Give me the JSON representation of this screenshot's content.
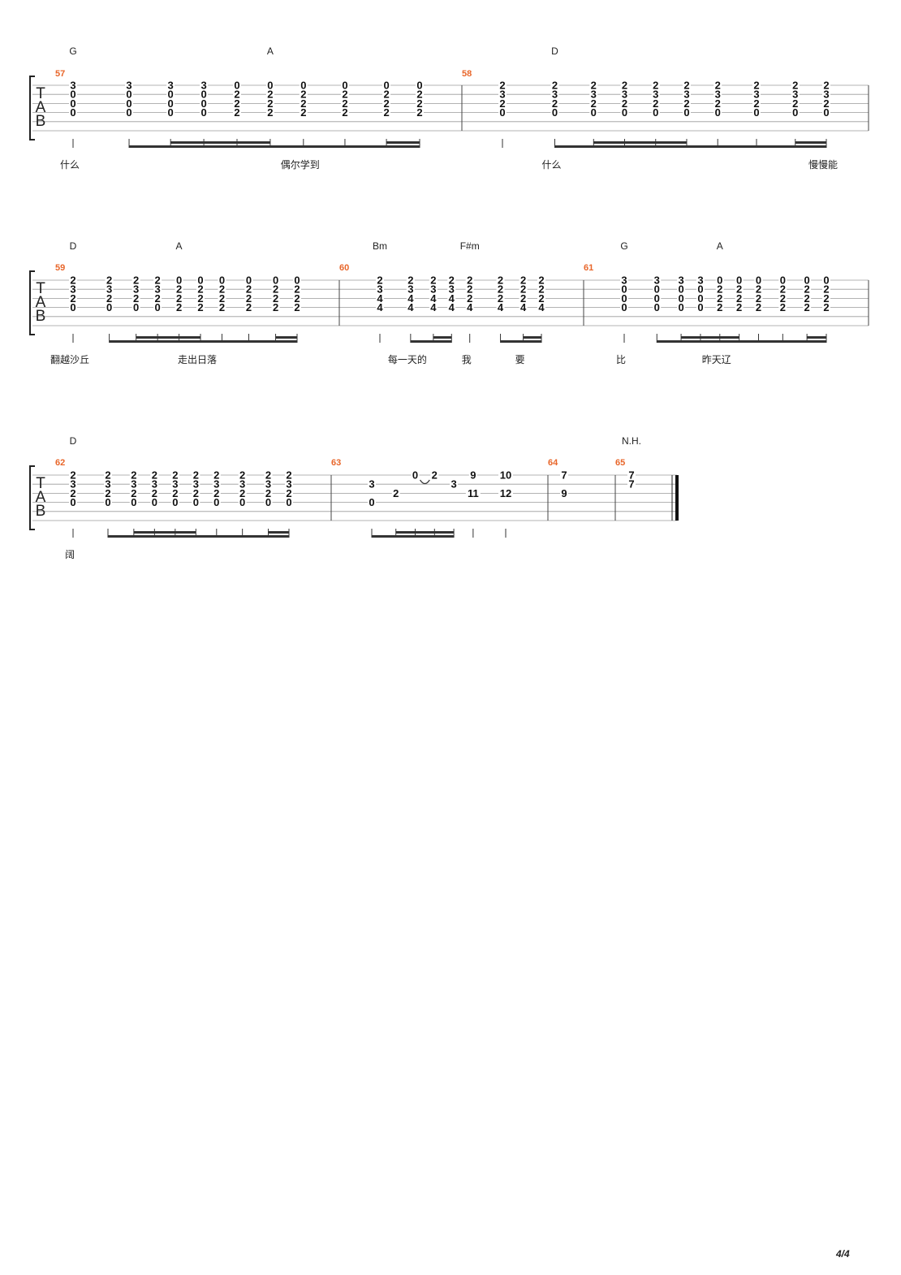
{
  "page_number": "4/4",
  "tab_clef_letters": [
    "T",
    "A",
    "B"
  ],
  "systems": [
    {
      "chords": [
        {
          "label": "G",
          "beat": 0
        },
        {
          "label": "A",
          "beat": 5
        },
        {
          "label": "D",
          "beat": 11
        }
      ],
      "measures": [
        {
          "number": "57",
          "beats": [
            {
              "frets": [
                "3",
                "0",
                "0",
                "0"
              ],
              "note": "q"
            },
            {
              "frets": [
                "3",
                "0",
                "0",
                "0"
              ],
              "note": "e"
            },
            {
              "frets": [
                "3",
                "0",
                "0",
                "0"
              ],
              "note": "s"
            },
            {
              "frets": [
                "3",
                "0",
                "0",
                "0"
              ],
              "note": "s"
            },
            {
              "frets": [
                "0",
                "2",
                "2",
                "2"
              ],
              "note": "s"
            },
            {
              "frets": [
                "0",
                "2",
                "2",
                "2"
              ],
              "note": "s"
            },
            {
              "frets": [
                "0",
                "2",
                "2",
                "2"
              ],
              "note": "e"
            },
            {
              "frets": [
                "0",
                "2",
                "2",
                "2"
              ],
              "note": "e"
            },
            {
              "frets": [
                "0",
                "2",
                "2",
                "2"
              ],
              "note": "s"
            },
            {
              "frets": [
                "0",
                "2",
                "2",
                "2"
              ],
              "note": "s"
            }
          ]
        },
        {
          "number": "58",
          "beats": [
            {
              "frets": [
                "2",
                "3",
                "2",
                "0"
              ],
              "note": "q"
            },
            {
              "frets": [
                "2",
                "3",
                "2",
                "0"
              ],
              "note": "e"
            },
            {
              "frets": [
                "2",
                "3",
                "2",
                "0"
              ],
              "note": "s"
            },
            {
              "frets": [
                "2",
                "3",
                "2",
                "0"
              ],
              "note": "s"
            },
            {
              "frets": [
                "2",
                "3",
                "2",
                "0"
              ],
              "note": "s"
            },
            {
              "frets": [
                "2",
                "3",
                "2",
                "0"
              ],
              "note": "s"
            },
            {
              "frets": [
                "2",
                "3",
                "2",
                "0"
              ],
              "note": "e"
            },
            {
              "frets": [
                "2",
                "3",
                "2",
                "0"
              ],
              "note": "e"
            },
            {
              "frets": [
                "2",
                "3",
                "2",
                "0"
              ],
              "note": "s"
            },
            {
              "frets": [
                "2",
                "3",
                "2",
                "0"
              ],
              "note": "s"
            }
          ]
        }
      ],
      "lyrics": [
        {
          "text": "什么",
          "beat": 0
        },
        {
          "text": "偶尔学到",
          "beat": 6
        },
        {
          "text": "什么",
          "beat": 11
        },
        {
          "text": "慢慢能",
          "beat": 19
        }
      ]
    },
    {
      "chords": [
        {
          "label": "D",
          "beat": 0
        },
        {
          "label": "A",
          "beat": 4
        },
        {
          "label": "Bm",
          "beat": 10
        },
        {
          "label": "F#m",
          "beat": 14
        },
        {
          "label": "G",
          "beat": 18
        },
        {
          "label": "A",
          "beat": 22
        }
      ],
      "measures": [
        {
          "number": "59",
          "beats": [
            {
              "frets": [
                "2",
                "3",
                "2",
                "0"
              ],
              "note": "q"
            },
            {
              "frets": [
                "2",
                "3",
                "2",
                "0"
              ],
              "note": "e"
            },
            {
              "frets": [
                "2",
                "3",
                "2",
                "0"
              ],
              "note": "s"
            },
            {
              "frets": [
                "2",
                "3",
                "2",
                "0"
              ],
              "note": "s"
            },
            {
              "frets": [
                "0",
                "2",
                "2",
                "2"
              ],
              "note": "s"
            },
            {
              "frets": [
                "0",
                "2",
                "2",
                "2"
              ],
              "note": "s"
            },
            {
              "frets": [
                "0",
                "2",
                "2",
                "2"
              ],
              "note": "e"
            },
            {
              "frets": [
                "0",
                "2",
                "2",
                "2"
              ],
              "note": "e"
            },
            {
              "frets": [
                "0",
                "2",
                "2",
                "2"
              ],
              "note": "s"
            },
            {
              "frets": [
                "0",
                "2",
                "2",
                "2"
              ],
              "note": "s"
            }
          ]
        },
        {
          "number": "60",
          "beats": [
            {
              "frets": [
                "2",
                "3",
                "4",
                "4"
              ],
              "note": "q"
            },
            {
              "frets": [
                "2",
                "3",
                "4",
                "4"
              ],
              "note": "e"
            },
            {
              "frets": [
                "2",
                "3",
                "4",
                "4"
              ],
              "note": "s"
            },
            {
              "frets": [
                "2",
                "3",
                "4",
                "4"
              ],
              "note": "s"
            },
            {
              "frets": [
                "2",
                "2",
                "2",
                "4"
              ],
              "note": "q"
            },
            {
              "frets": [
                "2",
                "2",
                "2",
                "4"
              ],
              "note": "e"
            },
            {
              "frets": [
                "2",
                "2",
                "2",
                "4"
              ],
              "note": "s"
            },
            {
              "frets": [
                "2",
                "2",
                "2",
                "4"
              ],
              "note": "s"
            }
          ]
        },
        {
          "number": "61",
          "beats": [
            {
              "frets": [
                "3",
                "0",
                "0",
                "0"
              ],
              "note": "q"
            },
            {
              "frets": [
                "3",
                "0",
                "0",
                "0"
              ],
              "note": "e"
            },
            {
              "frets": [
                "3",
                "0",
                "0",
                "0"
              ],
              "note": "s"
            },
            {
              "frets": [
                "3",
                "0",
                "0",
                "0"
              ],
              "note": "s"
            },
            {
              "frets": [
                "0",
                "2",
                "2",
                "2"
              ],
              "note": "s"
            },
            {
              "frets": [
                "0",
                "2",
                "2",
                "2"
              ],
              "note": "s"
            },
            {
              "frets": [
                "0",
                "2",
                "2",
                "2"
              ],
              "note": "e"
            },
            {
              "frets": [
                "0",
                "2",
                "2",
                "2"
              ],
              "note": "e"
            },
            {
              "frets": [
                "0",
                "2",
                "2",
                "2"
              ],
              "note": "s"
            },
            {
              "frets": [
                "0",
                "2",
                "2",
                "2"
              ],
              "note": "s"
            }
          ]
        }
      ],
      "lyrics": [
        {
          "text": "翻越沙丘",
          "beat": 0
        },
        {
          "text": "走出日落",
          "beat": 5
        },
        {
          "text": "每一天的",
          "beat": 11
        },
        {
          "text": "我",
          "beat": 14
        },
        {
          "text": "要",
          "beat": 16
        },
        {
          "text": "比",
          "beat": 18
        },
        {
          "text": "昨天辽",
          "beat": 22
        }
      ]
    },
    {
      "chords": [
        {
          "label": "D",
          "beat": 0
        },
        {
          "label": "N.H.",
          "beat": 21
        }
      ],
      "measures": [
        {
          "number": "62",
          "beats": [
            {
              "frets": [
                "2",
                "3",
                "2",
                "0"
              ],
              "note": "q"
            },
            {
              "frets": [
                "2",
                "3",
                "2",
                "0"
              ],
              "note": "e"
            },
            {
              "frets": [
                "2",
                "3",
                "2",
                "0"
              ],
              "note": "s"
            },
            {
              "frets": [
                "2",
                "3",
                "2",
                "0"
              ],
              "note": "s"
            },
            {
              "frets": [
                "2",
                "3",
                "2",
                "0"
              ],
              "note": "s"
            },
            {
              "frets": [
                "2",
                "3",
                "2",
                "0"
              ],
              "note": "s"
            },
            {
              "frets": [
                "2",
                "3",
                "2",
                "0"
              ],
              "note": "e"
            },
            {
              "frets": [
                "2",
                "3",
                "2",
                "0"
              ],
              "note": "e"
            },
            {
              "frets": [
                "2",
                "3",
                "2",
                "0"
              ],
              "note": "s"
            },
            {
              "frets": [
                "2",
                "3",
                "2",
                "0"
              ],
              "note": "s"
            }
          ]
        },
        {
          "number": "63",
          "beats": [
            {
              "frets": [
                "",
                "3",
                "",
                "0"
              ],
              "note": "e"
            },
            {
              "frets": [
                "",
                "",
                "2",
                ""
              ],
              "note": "s"
            },
            {
              "frets": [
                "0",
                "",
                "",
                ""
              ],
              "note": "s"
            },
            {
              "frets": [
                "2",
                "",
                "",
                ""
              ],
              "note": "s"
            },
            {
              "frets": [
                "",
                "3",
                "",
                ""
              ],
              "note": "s"
            },
            {
              "frets": [
                "9",
                "",
                "11",
                ""
              ],
              "note": "q"
            },
            {
              "frets": [
                "10",
                "",
                "12",
                ""
              ],
              "note": "q"
            }
          ]
        },
        {
          "number": "64",
          "beats": [
            {
              "frets": [
                "7",
                "",
                "9",
                ""
              ],
              "note": "w"
            }
          ]
        },
        {
          "number": "65",
          "beats": [
            {
              "frets": [
                "7",
                "7",
                "",
                ""
              ],
              "note": "w"
            }
          ]
        }
      ],
      "lyrics": [
        {
          "text": "阔",
          "beat": 0
        }
      ]
    }
  ]
}
